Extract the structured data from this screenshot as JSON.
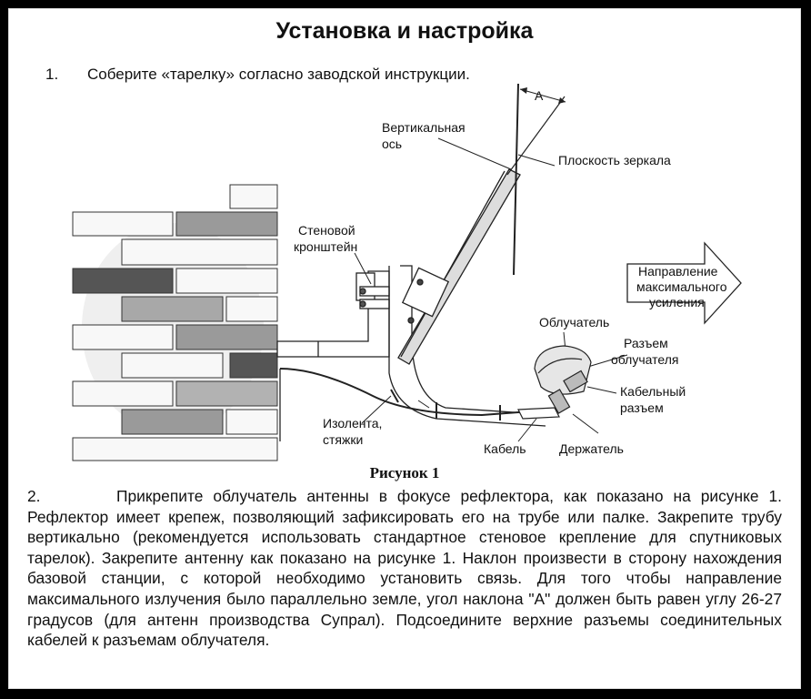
{
  "title": "Установка и настройка",
  "step1": {
    "number": "1.",
    "text": "Соберите «тарелку» согласно заводской инструкции."
  },
  "figure": {
    "caption": "Рисунок 1",
    "labels": {
      "angle": "А",
      "vertical_axis_1": "Вертикальная",
      "vertical_axis_2": "ось",
      "mirror_plane": "Плоскость зеркала",
      "wall_bracket_1": "Стеновой",
      "wall_bracket_2": "кронштейн",
      "max_gain_1": "Направление",
      "max_gain_2": "максимального",
      "max_gain_3": "усиления",
      "feed": "Облучатель",
      "feed_connector_1": "Разъем",
      "feed_connector_2": "облучателя",
      "cable_connector_1": "Кабельный",
      "cable_connector_2": "разъем",
      "tape_1": "Изолента,",
      "tape_2": "стяжки",
      "cable": "Кабель",
      "holder": "Держатель"
    }
  },
  "step2": {
    "number": "2.",
    "text": "Прикрепите облучатель антенны в фокусе рефлектора, как показано на рисунке 1. Рефлектор имеет крепеж, позволяющий зафиксировать его на трубе или палке.  Закрепите трубу вертикально (рекомендуется использовать стандартное стеновое крепление для спутниковых тарелок). Закрепите антенну как показано на рисунке 1. Наклон произвести в сторону нахождения базовой станции, с которой необходимо установить связь. Для того чтобы направление максимального излучения было параллельно земле, угол наклона \"А\" должен быть равен углу 26-27 градусов (для антенн производства Супрал). Подсоедините верхние разъемы соединительных кабелей к разъемам облучателя."
  }
}
